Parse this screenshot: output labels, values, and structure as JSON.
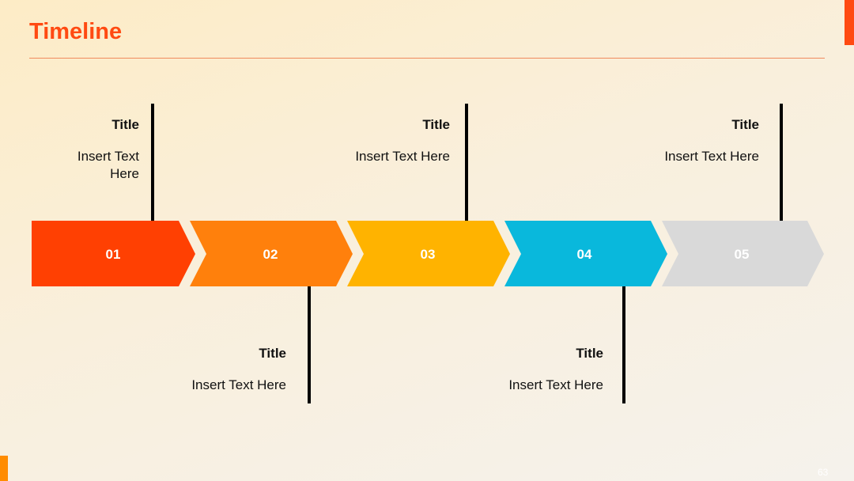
{
  "slide": {
    "title": "Timeline",
    "page_number": "63"
  },
  "timeline": {
    "steps": [
      {
        "number": "01",
        "color": "#ff4002"
      },
      {
        "number": "02",
        "color": "#ff800c"
      },
      {
        "number": "03",
        "color": "#ffb300"
      },
      {
        "number": "04",
        "color": "#09b8dc"
      },
      {
        "number": "05",
        "color": "#d9d9d9"
      }
    ],
    "notes": [
      {
        "step": "01",
        "position": "above",
        "title": "Title",
        "text": "Insert Text Here"
      },
      {
        "step": "02",
        "position": "below",
        "title": "Title",
        "text": "Insert Text Here"
      },
      {
        "step": "03",
        "position": "above",
        "title": "Title",
        "text": "Insert Text Here"
      },
      {
        "step": "04",
        "position": "below",
        "title": "Title",
        "text": "Insert Text Here"
      },
      {
        "step": "05",
        "position": "above",
        "title": "Title",
        "text": "Insert Text Here"
      }
    ]
  },
  "colors": {
    "accent": "#ff4a12",
    "connector": "#000000"
  }
}
